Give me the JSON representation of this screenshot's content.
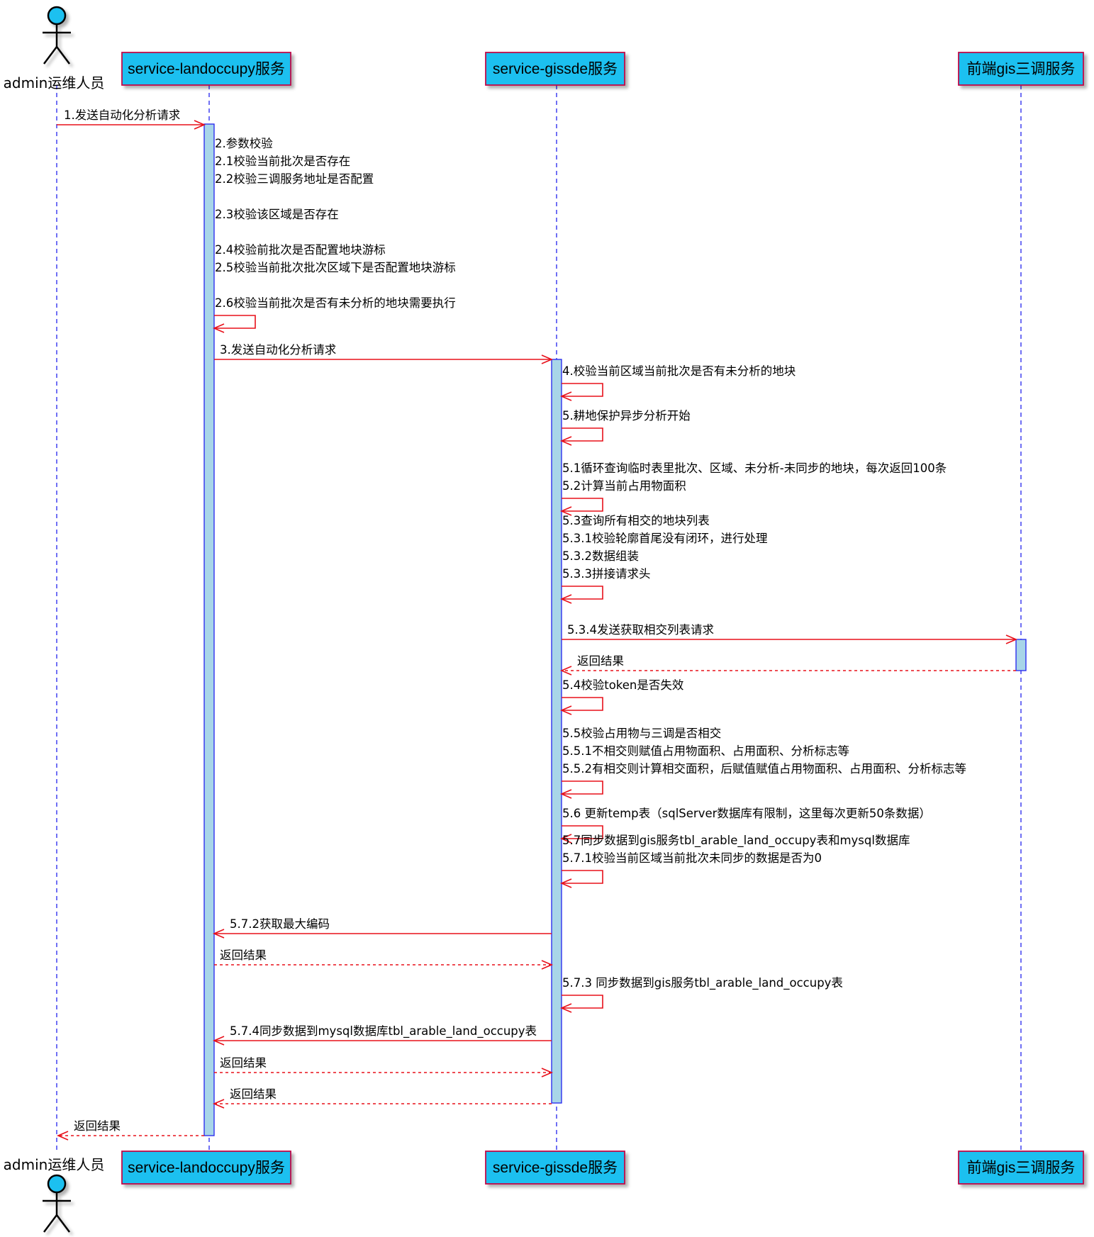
{
  "colors": {
    "arrow": "#e8101a",
    "lifeline": "#2222ee",
    "activation_fill": "#a8d5e8",
    "activation_stroke": "#2222ee",
    "participant_fill": "#1ec0f0",
    "participant_stroke": "#c00848",
    "actor_head_fill": "#1ec0f0"
  },
  "participants": [
    {
      "id": "admin",
      "label": "admin运维人员",
      "kind": "actor"
    },
    {
      "id": "landoccupy",
      "label": "service-landoccupy服务",
      "kind": "participant"
    },
    {
      "id": "gissde",
      "label": "service-gissde服务",
      "kind": "participant"
    },
    {
      "id": "gis3",
      "label": "前端gis三调服务",
      "kind": "participant"
    }
  ],
  "messages": [
    {
      "from": "admin",
      "to": "landoccupy",
      "style": "solid",
      "lines": [
        "1.发送自动化分析请求"
      ]
    },
    {
      "from": "landoccupy",
      "to": "landoccupy",
      "style": "self",
      "lines": [
        "2.参数校验",
        "2.1校验当前批次是否存在",
        "2.2校验三调服务地址是否配置",
        "",
        "2.3校验该区域是否存在",
        "",
        "2.4校验前批次是否配置地块游标",
        "2.5校验当前批次批次区域下是否配置地块游标",
        "",
        "2.6校验当前批次是否有未分析的地块需要执行"
      ]
    },
    {
      "from": "landoccupy",
      "to": "gissde",
      "style": "solid",
      "lines": [
        "3.发送自动化分析请求"
      ]
    },
    {
      "from": "gissde",
      "to": "gissde",
      "style": "self",
      "lines": [
        "4.校验当前区域当前批次是否有未分析的地块"
      ]
    },
    {
      "from": "gissde",
      "to": "gissde",
      "style": "self",
      "lines": [
        "5.耕地保护异步分析开始"
      ]
    },
    {
      "from": "gissde",
      "to": "gissde",
      "style": "self",
      "lines": [
        "5.1循环查询临时表里批次、区域、未分析-未同步的地块，每次返回100条",
        "5.2计算当前占用物面积"
      ]
    },
    {
      "from": "gissde",
      "to": "gissde",
      "style": "self",
      "lines": [
        "5.3查询所有相交的地块列表",
        "5.3.1校验轮廓首尾没有闭环，进行处理",
        "5.3.2数据组装",
        "5.3.3拼接请求头"
      ]
    },
    {
      "from": "gissde",
      "to": "gis3",
      "style": "solid",
      "lines": [
        "5.3.4发送获取相交列表请求"
      ]
    },
    {
      "from": "gis3",
      "to": "gissde",
      "style": "dashed",
      "lines": [
        "返回结果"
      ]
    },
    {
      "from": "gissde",
      "to": "gissde",
      "style": "self",
      "lines": [
        "5.4校验token是否失效"
      ]
    },
    {
      "from": "gissde",
      "to": "gissde",
      "style": "self",
      "lines": [
        "5.5校验占用物与三调是否相交",
        "5.5.1不相交则赋值占用物面积、占用面积、分析标志等",
        "5.5.2有相交则计算相交面积，后赋值赋值占用物面积、占用面积、分析标志等"
      ]
    },
    {
      "from": "gissde",
      "to": "gissde",
      "style": "self",
      "lines": [
        "5.6 更新temp表（sqlServer数据库有限制，这里每次更新50条数据）"
      ]
    },
    {
      "from": "gissde",
      "to": "gissde",
      "style": "self",
      "lines": [
        "5.7同步数据到gis服务tbl_arable_land_occupy表和mysql数据库",
        "5.7.1校验当前区域当前批次未同步的数据是否为0"
      ]
    },
    {
      "from": "gissde",
      "to": "landoccupy",
      "style": "solid",
      "lines": [
        "5.7.2获取最大编码"
      ]
    },
    {
      "from": "landoccupy",
      "to": "gissde",
      "style": "dashed",
      "lines": [
        "返回结果"
      ]
    },
    {
      "from": "gissde",
      "to": "gissde",
      "style": "self",
      "lines": [
        "5.7.3 同步数据到gis服务tbl_arable_land_occupy表"
      ]
    },
    {
      "from": "gissde",
      "to": "landoccupy",
      "style": "solid",
      "lines": [
        "5.7.4同步数据到mysql数据库tbl_arable_land_occupy表"
      ]
    },
    {
      "from": "landoccupy",
      "to": "gissde",
      "style": "dashed",
      "lines": [
        "返回结果"
      ]
    },
    {
      "from": "gissde",
      "to": "landoccupy",
      "style": "dashed",
      "lines": [
        "返回结果"
      ]
    },
    {
      "from": "landoccupy",
      "to": "admin",
      "style": "dashed",
      "lines": [
        "返回结果"
      ]
    }
  ]
}
